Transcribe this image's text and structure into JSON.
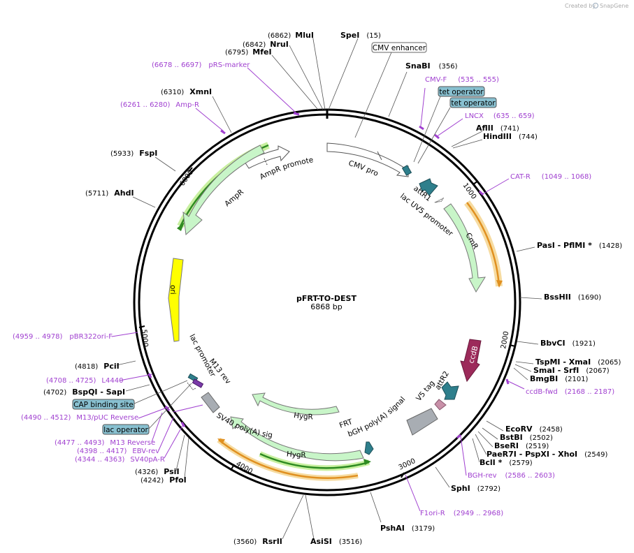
{
  "credit": "Created by",
  "brand": "SnapGene",
  "plasmid": {
    "name": "pFRT-TO-DEST",
    "size": "6868 bp"
  },
  "ticks": [
    "1000",
    "2000",
    "3000",
    "4000",
    "5000",
    "6000"
  ],
  "enzymes": [
    {
      "name": "MluI",
      "pos": "(6862)"
    },
    {
      "name": "NruI",
      "pos": "(6842)"
    },
    {
      "name": "MfeI",
      "pos": "(6795)"
    },
    {
      "name": "SpeI",
      "pos": "(15)"
    },
    {
      "name": "SnaBI",
      "pos": "(356)"
    },
    {
      "name": "AflII",
      "pos": "(741)"
    },
    {
      "name": "HindIII",
      "pos": "(744)"
    },
    {
      "name": "XmnI",
      "pos": "(6310)"
    },
    {
      "name": "FspI",
      "pos": "(5933)"
    },
    {
      "name": "AhdI",
      "pos": "(5711)"
    },
    {
      "name": "PasI  - PflMI *",
      "pos": "(1428)"
    },
    {
      "name": "BssHII",
      "pos": "(1690)"
    },
    {
      "name": "BbvCI",
      "pos": "(1921)"
    },
    {
      "name": "TspMI  - XmaI",
      "pos": "(2065)"
    },
    {
      "name": "SmaI  - SrfI",
      "pos": "(2067)"
    },
    {
      "name": "BmgBI",
      "pos": "(2101)"
    },
    {
      "name": "EcoRV",
      "pos": "(2458)"
    },
    {
      "name": "BstBI",
      "pos": "(2502)"
    },
    {
      "name": "BseRI",
      "pos": "(2519)"
    },
    {
      "name": "PaeR7I  - PspXI  - XhoI",
      "pos": "(2549)"
    },
    {
      "name": "BclI *",
      "pos": "(2579)"
    },
    {
      "name": "SphI",
      "pos": "(2792)"
    },
    {
      "name": "PshAI",
      "pos": "(3179)"
    },
    {
      "name": "RsrII",
      "pos": "(3560)"
    },
    {
      "name": "AsiSI",
      "pos": "(3516)"
    },
    {
      "name": "PciI",
      "pos": "(4818)"
    },
    {
      "name": "BspQI  - SapI",
      "pos": "(4702)"
    },
    {
      "name": "PsiI",
      "pos": "(4326)"
    },
    {
      "name": "PfoI",
      "pos": "(4242)"
    }
  ],
  "primers": [
    {
      "name": "pRS-marker",
      "range": "(6678 .. 6697)"
    },
    {
      "name": "CMV-F",
      "range": "(535 .. 555)"
    },
    {
      "name": "LNCX",
      "range": "(635 .. 659)"
    },
    {
      "name": "Amp-R",
      "range": "(6261 .. 6280)"
    },
    {
      "name": "CAT-R",
      "range": "(1049 .. 1068)"
    },
    {
      "name": "ccdB-fwd",
      "range": "(2168 .. 2187)"
    },
    {
      "name": "BGH-rev",
      "range": "(2586 .. 2603)"
    },
    {
      "name": "F1ori-R",
      "range": "(2949 .. 2968)"
    },
    {
      "name": "pBR322ori-F",
      "range": "(4959 .. 4978)"
    },
    {
      "name": "L4440",
      "range": "(4708 .. 4725)"
    },
    {
      "name": "M13/pUC Reverse",
      "range": "(4490 .. 4512)"
    },
    {
      "name": "M13 Reverse",
      "range": "(4477 .. 4493)"
    },
    {
      "name": "EBV-rev",
      "range": "(4398 .. 4417)"
    },
    {
      "name": "SV40pA-R",
      "range": "(4344 .. 4363)"
    }
  ],
  "boxes": [
    "CMV enhancer",
    "tet operator",
    "tet operator",
    "CAP binding site",
    "lac operator"
  ],
  "features": [
    "AmpR promoter",
    "AmpR",
    "CMV promoter",
    "attR1",
    "lac UV5 promoter",
    "CmR",
    "ori",
    "ccdB",
    "attR2",
    "V5 tag",
    "lac promoter",
    "M13 rev",
    "SV40 poly(A) signal",
    "HygR",
    "bGH poly(A) signal",
    "FRT",
    "HygR"
  ],
  "colors": {
    "backbone": "#000000",
    "primer": "#a040d0",
    "arrow_fill": "#c8f5c8",
    "orf_green": "#2e8b22",
    "orf_glow": "#c8f0a0",
    "orf_orange": "#e09020",
    "orange_glow": "#f6dba0",
    "ori": "#ffff00",
    "teal": "#2e7f8c",
    "ccdB": "#9c2a5a",
    "v5": "#c890a8",
    "grey": "#a8adb3",
    "box": "#88c0d0"
  }
}
